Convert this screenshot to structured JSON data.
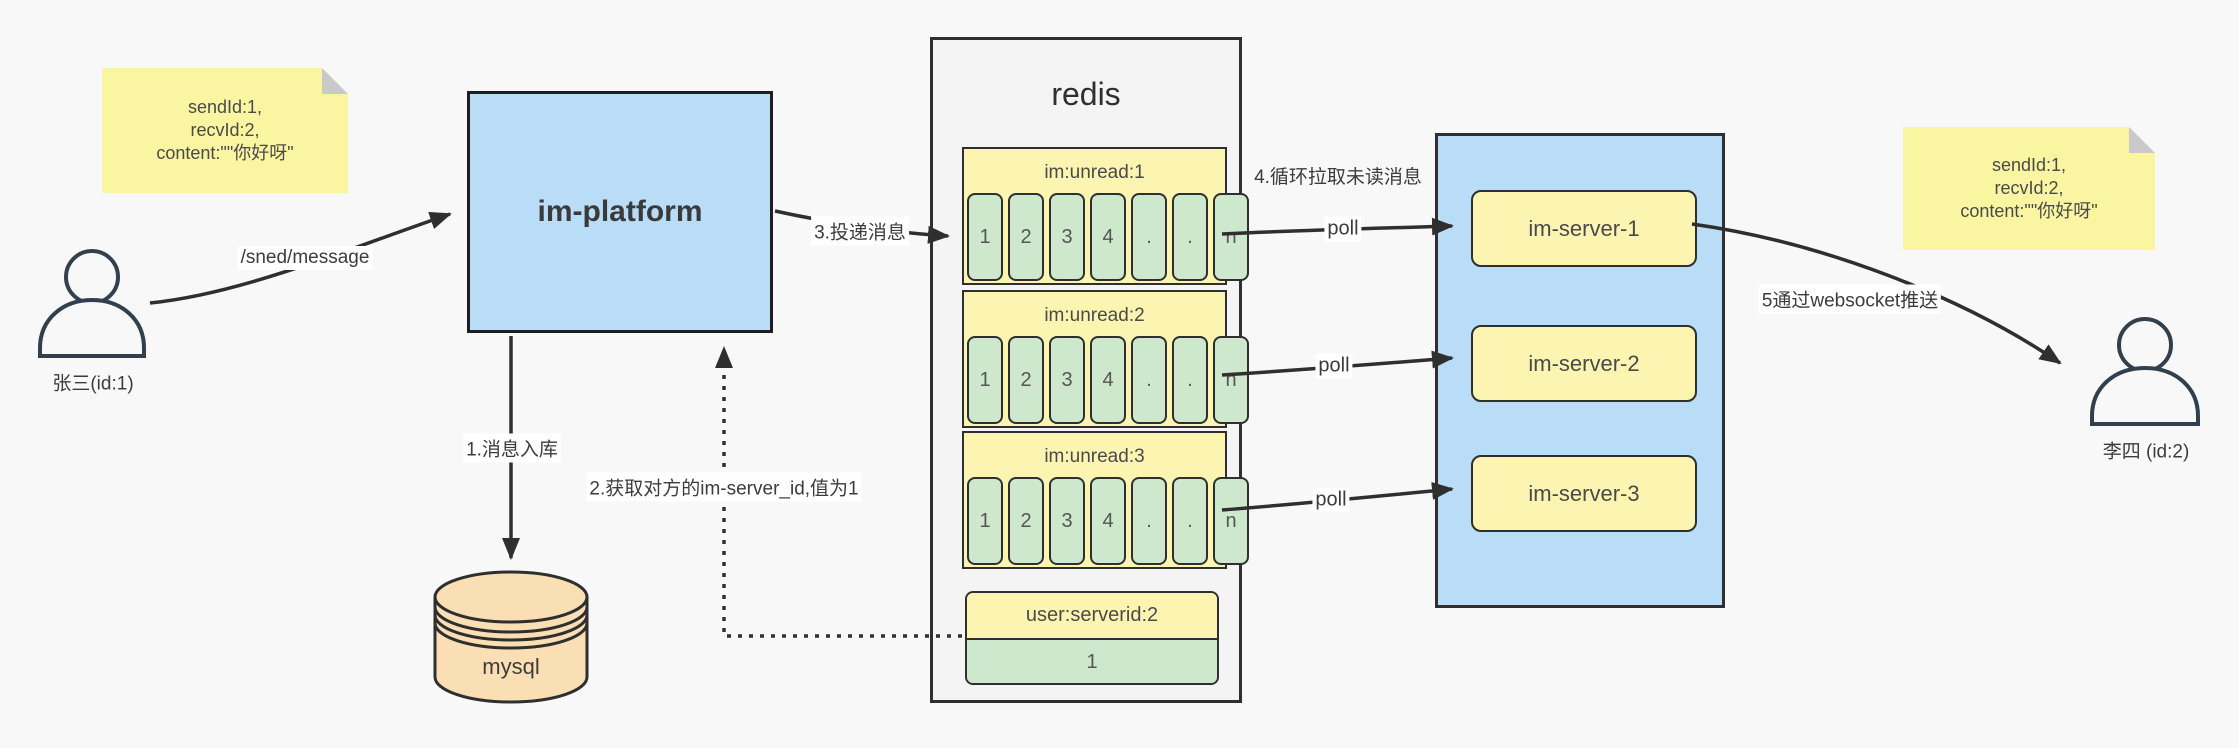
{
  "colors": {
    "background": "#f8f8f8",
    "node_blue": "#b9dcf7",
    "node_yellow": "#fcf5b2",
    "node_green": "#cde8cd",
    "mysql_peach": "#fbdfb4",
    "note_yellow": "#faf5a1",
    "stroke": "#2f2f2f"
  },
  "notes": {
    "left": {
      "lines": [
        "sendId:1,",
        "recvId:2,",
        "content:\"\"你好呀\""
      ]
    },
    "right": {
      "lines": [
        "sendId:1,",
        "recvId:2,",
        "content:\"\"你好呀\""
      ]
    }
  },
  "actors": {
    "sender": {
      "label": "张三(id:1)"
    },
    "receiver": {
      "label": "李四 (id:2)"
    }
  },
  "platform": {
    "label": "im-platform"
  },
  "mysql": {
    "label": "mysql"
  },
  "redis": {
    "title": "redis",
    "queues": [
      {
        "title": "im:unread:1",
        "cells": [
          "1",
          "2",
          "3",
          "4",
          ".",
          ".",
          "n"
        ]
      },
      {
        "title": "im:unread:2",
        "cells": [
          "1",
          "2",
          "3",
          "4",
          ".",
          ".",
          "n"
        ]
      },
      {
        "title": "im:unread:3",
        "cells": [
          "1",
          "2",
          "3",
          "4",
          ".",
          ".",
          "n"
        ]
      }
    ],
    "mapping": {
      "title": "user:serverid:2",
      "value": "1"
    }
  },
  "servers": {
    "items": [
      {
        "label": "im-server-1"
      },
      {
        "label": "im-server-2"
      },
      {
        "label": "im-server-3"
      }
    ]
  },
  "labels": {
    "send": "/sned/message",
    "step1": "1.消息入库",
    "step2": "2.获取对方的im-server_id,值为1",
    "step3": "3.投递消息",
    "step4": "4.循环拉取未读消息",
    "step5": "5通过websocket推送",
    "poll": "poll"
  }
}
